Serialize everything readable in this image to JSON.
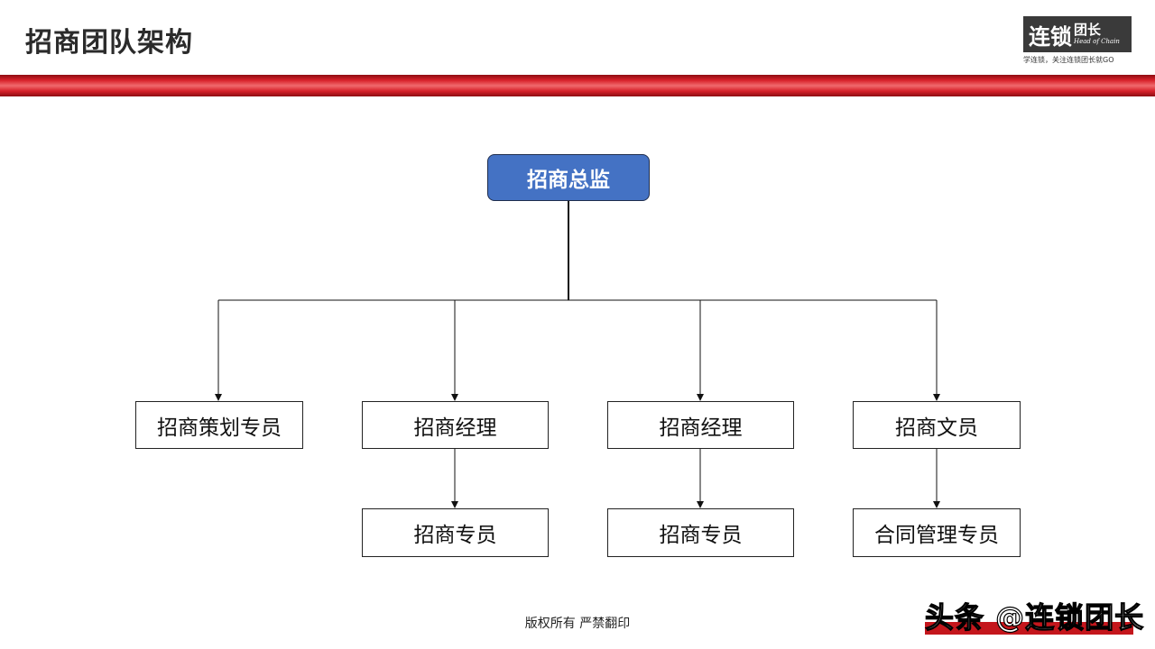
{
  "header": {
    "title": "招商团队架构",
    "logo_main": "连锁",
    "logo_side_big": "团长",
    "logo_side_small": "Head of Chain",
    "logo_tagline": "学连锁，关注连锁团长就GO"
  },
  "org": {
    "director": "招商总监",
    "level2": [
      "招商策划专员",
      "招商经理",
      "招商经理",
      "招商文员"
    ],
    "level3": [
      "招商专员",
      "招商专员",
      "合同管理专员"
    ]
  },
  "footer": {
    "copyright": "版权所有  严禁翻印",
    "watermark": "头条 @连锁团长"
  },
  "colors": {
    "director_fill": "#4472c4",
    "band_red": "#d7212a"
  }
}
